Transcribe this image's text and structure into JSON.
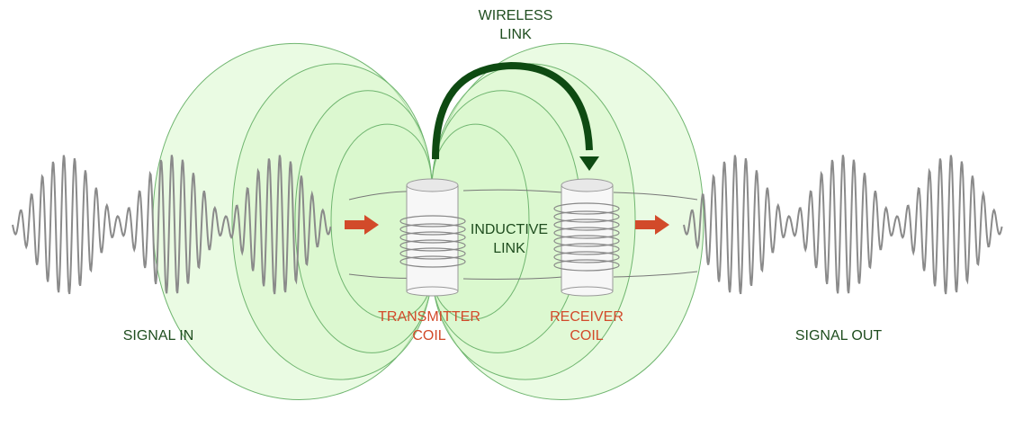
{
  "labels": {
    "wireless_link_line1": "WIRELESS",
    "wireless_link_line2": "LINK",
    "inductive_link_line1": "INDUCTIVE",
    "inductive_link_line2": "LINK",
    "transmitter_line1": "TRANSMITTER",
    "transmitter_line2": "COIL",
    "receiver_line1": "RECEIVER",
    "receiver_line2": "COIL",
    "signal_in": "SIGNAL IN",
    "signal_out": "SIGNAL OUT"
  },
  "colors": {
    "field_fill": "#d9f7cc",
    "field_stroke": "#6fb56f",
    "wireless_arrow": "#0e4a12",
    "flow_arrow": "#d24a2a",
    "label_dark": "#1f4d1f",
    "label_coil": "#d24a2a",
    "waveform": "#8a8a8a",
    "coil_stroke": "#888888"
  },
  "icons": {
    "wireless_arrow": "curved-arrow-icon",
    "flow_arrow": "right-arrow-icon"
  }
}
